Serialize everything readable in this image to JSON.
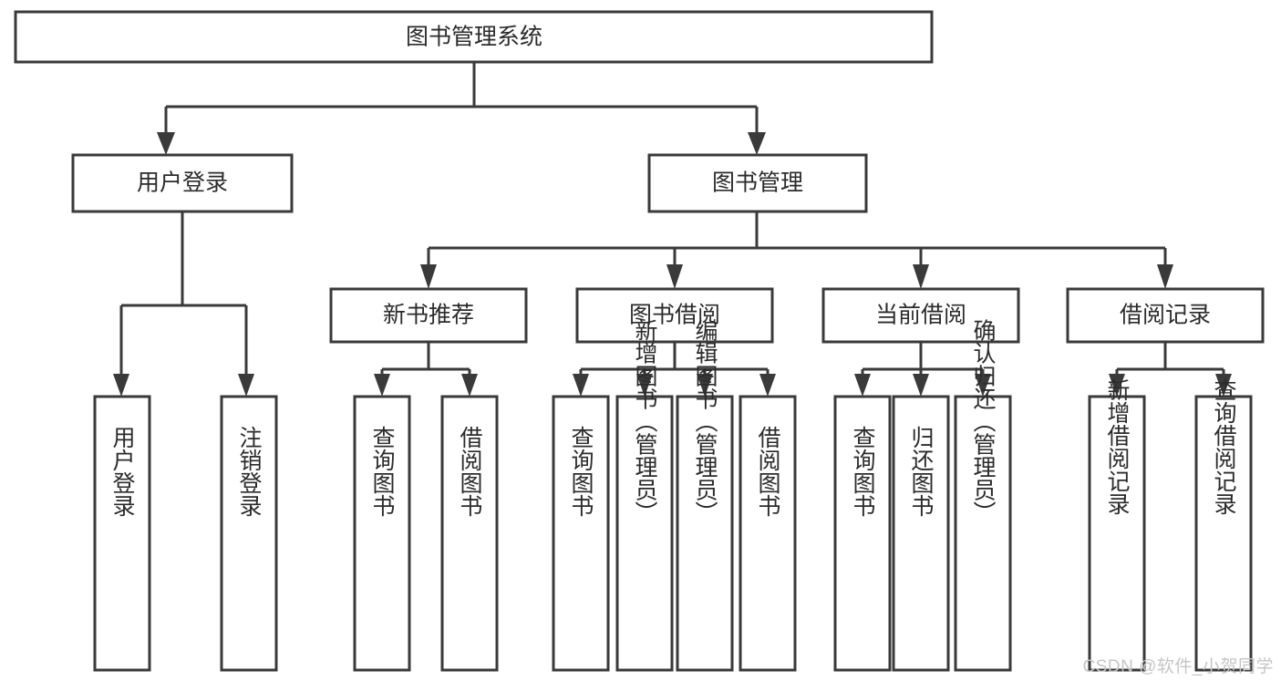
{
  "diagram": {
    "type": "tree",
    "title": "图书管理系统",
    "watermark": "CSDN @软件_小贺同学",
    "colors": {
      "box_stroke": "#3a3a3a",
      "box_fill": "#ffffff",
      "text": "#2b2b2b",
      "connector": "#3a3a3a",
      "watermark": "#c6c6c6",
      "background": "#ffffff"
    },
    "levels": {
      "root": {
        "label": "图书管理系统"
      },
      "level2": [
        {
          "label": "用户登录"
        },
        {
          "label": "图书管理"
        }
      ],
      "level3": [
        {
          "label": "新书推荐"
        },
        {
          "label": "图书借阅"
        },
        {
          "label": "当前借阅"
        },
        {
          "label": "借阅记录"
        }
      ],
      "level4": [
        {
          "label": "用户登录",
          "parent": "用户登录"
        },
        {
          "label": "注销登录",
          "parent": "用户登录"
        },
        {
          "label": "查询图书",
          "parent": "新书推荐"
        },
        {
          "label": "借阅图书",
          "parent": "新书推荐"
        },
        {
          "label": "查询图书",
          "parent": "图书借阅"
        },
        {
          "label": "新增图书（管理员）",
          "parent": "图书借阅"
        },
        {
          "label": "编辑图书（管理员）",
          "parent": "图书借阅"
        },
        {
          "label": "借阅图书",
          "parent": "图书借阅"
        },
        {
          "label": "查询图书",
          "parent": "当前借阅"
        },
        {
          "label": "归还图书",
          "parent": "当前借阅"
        },
        {
          "label": "确认归还（管理员）",
          "parent": "当前借阅"
        },
        {
          "label": "新增借阅记录",
          "parent": "借阅记录"
        },
        {
          "label": "查询借阅记录",
          "parent": "借阅记录"
        }
      ]
    }
  }
}
